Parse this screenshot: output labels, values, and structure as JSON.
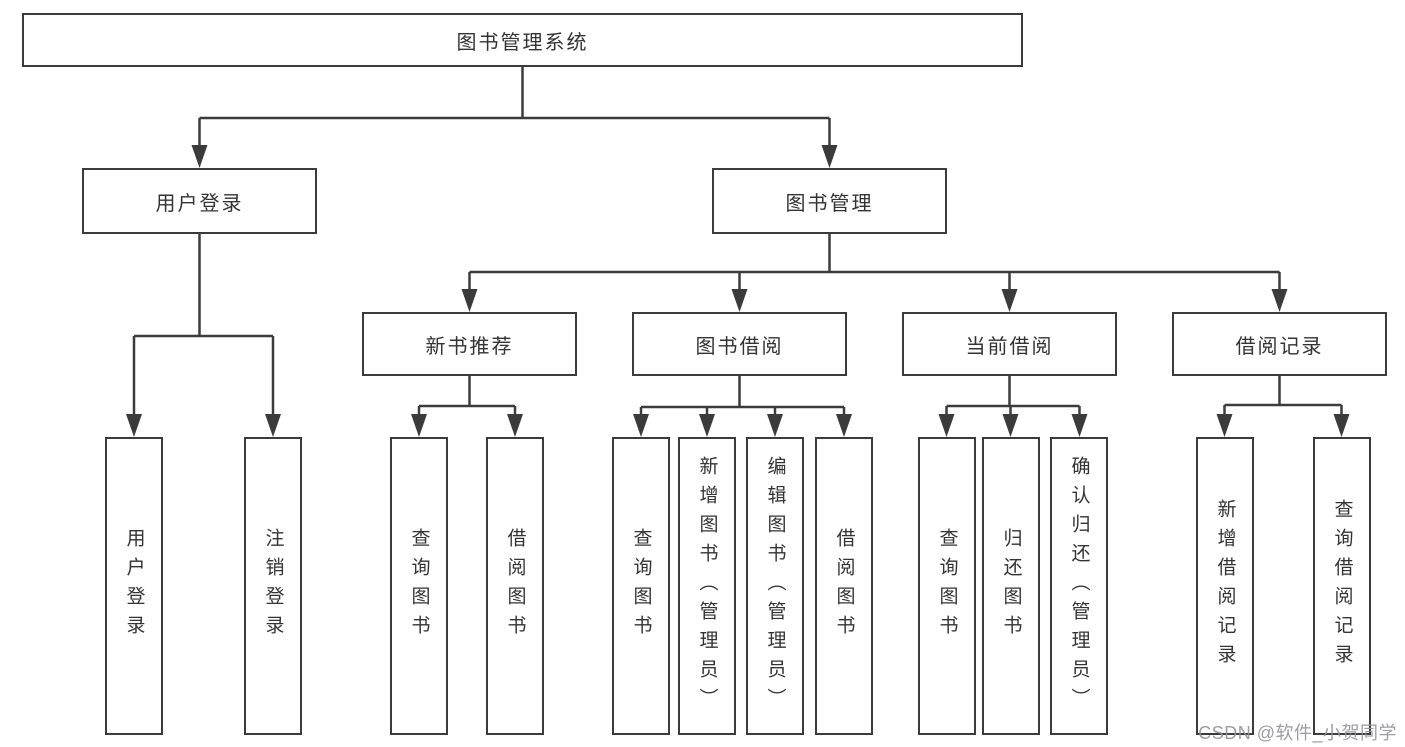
{
  "diagram_title": "图书管理系统",
  "tree": {
    "root": {
      "label": "图书管理系统",
      "children": [
        {
          "label": "用户登录",
          "children": [
            {
              "label": "用户登录"
            },
            {
              "label": "注销登录"
            }
          ]
        },
        {
          "label": "图书管理",
          "children": [
            {
              "label": "新书推荐",
              "children": [
                {
                  "label": "查询图书"
                },
                {
                  "label": "借阅图书"
                }
              ]
            },
            {
              "label": "图书借阅",
              "children": [
                {
                  "label": "查询图书"
                },
                {
                  "label": "新增图书（管理员）"
                },
                {
                  "label": "编辑图书（管理员）"
                },
                {
                  "label": "借阅图书"
                }
              ]
            },
            {
              "label": "当前借阅",
              "children": [
                {
                  "label": "查询图书"
                },
                {
                  "label": "归还图书"
                },
                {
                  "label": "确认归还（管理员）"
                }
              ]
            },
            {
              "label": "借阅记录",
              "children": [
                {
                  "label": "新增借阅记录"
                },
                {
                  "label": "查询借阅记录"
                }
              ]
            }
          ]
        }
      ]
    }
  },
  "watermark": "CSDN @软件_小贺同学",
  "colors": {
    "background": "#ffffff",
    "line": "#3b3b3b",
    "box_border": "#3b3b3b",
    "text": "#333333",
    "watermark": "#94949a"
  }
}
